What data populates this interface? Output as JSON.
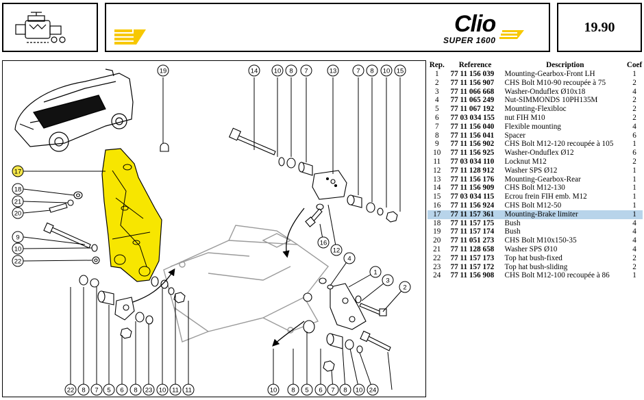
{
  "header": {
    "page_number": "19.90",
    "logo_text": "Clio",
    "logo_subtext": "SUPER 1600"
  },
  "colors": {
    "highlight_yellow": "#f7e600",
    "callout_yellow": "#f5e74a",
    "row_highlight": "#b8d4ea"
  },
  "table": {
    "columns": [
      "Rep.",
      "Reference",
      "Description",
      "Coef"
    ],
    "selected_rep": "17",
    "rows": [
      {
        "rep": "1",
        "ref": "77 11 156 039",
        "desc": "Mounting-Gearbox-Front LH",
        "coef": "1"
      },
      {
        "rep": "2",
        "ref": "77 11 156 907",
        "desc": "CHS Bolt M10-90 recoupée à 75",
        "coef": "2"
      },
      {
        "rep": "3",
        "ref": "77 11 066 668",
        "desc": "Washer-Onduflex Ø10x18",
        "coef": "4"
      },
      {
        "rep": "4",
        "ref": "77 11 065 249",
        "desc": "Nut-SIMMONDS 10PH135M",
        "coef": "2"
      },
      {
        "rep": "5",
        "ref": "77 11 067 192",
        "desc": "Mounting-Flexibloc",
        "coef": "2"
      },
      {
        "rep": "6",
        "ref": "77 03 034 155",
        "desc": "nut FIH M10",
        "coef": "2"
      },
      {
        "rep": "7",
        "ref": "77 11 156 040",
        "desc": "Flexible mounting",
        "coef": "4"
      },
      {
        "rep": "8",
        "ref": "77 11 156 041",
        "desc": "Spacer",
        "coef": "6"
      },
      {
        "rep": "9",
        "ref": "77 11 156 902",
        "desc": "CHS Bolt M12-120 recoupée à 105",
        "coef": "1"
      },
      {
        "rep": "10",
        "ref": "77 11 156 925",
        "desc": "Washer-Onduflex Ø12",
        "coef": "6"
      },
      {
        "rep": "11",
        "ref": "77 03 034 110",
        "desc": "Locknut M12",
        "coef": "2"
      },
      {
        "rep": "12",
        "ref": "77 11 128 912",
        "desc": "Washer SPS Ø12",
        "coef": "1"
      },
      {
        "rep": "13",
        "ref": "77 11 156 176",
        "desc": "Mounting-Gearbox-Rear",
        "coef": "1"
      },
      {
        "rep": "14",
        "ref": "77 11 156 909",
        "desc": "CHS Bolt M12-130",
        "coef": "1"
      },
      {
        "rep": "15",
        "ref": "77 03 034 115",
        "desc": "Ecrou frein FIH emb. M12",
        "coef": "1"
      },
      {
        "rep": "16",
        "ref": "77 11 156 924",
        "desc": "CHS Bolt M12-50",
        "coef": "1"
      },
      {
        "rep": "17",
        "ref": "77 11 157 361",
        "desc": "Mounting-Brake limiter",
        "coef": "1"
      },
      {
        "rep": "18",
        "ref": "77 11 157 175",
        "desc": "Bush",
        "coef": "4"
      },
      {
        "rep": "19",
        "ref": "77 11 157 174",
        "desc": "Bush",
        "coef": "4"
      },
      {
        "rep": "20",
        "ref": "77 11 051 273",
        "desc": "CHS Bolt M10x150-35",
        "coef": "4"
      },
      {
        "rep": "21",
        "ref": "77 11 128 658",
        "desc": "Washer SPS Ø10",
        "coef": "4"
      },
      {
        "rep": "22",
        "ref": "77 11 157 173",
        "desc": "Top hat bush-fixed",
        "coef": "2"
      },
      {
        "rep": "23",
        "ref": "77 11 157 172",
        "desc": "Top hat bush-sliding",
        "coef": "2"
      },
      {
        "rep": "24",
        "ref": "77 11 156 908",
        "desc": "CHS Bolt M12-100 recoupée à 86",
        "coef": "1"
      }
    ]
  },
  "diagram": {
    "callouts_top": [
      "14",
      "10",
      "8",
      "7",
      "13",
      "7",
      "8",
      "10",
      "15"
    ],
    "callouts_left": [
      "17",
      "18",
      "21",
      "20",
      "9",
      "10",
      "22"
    ],
    "callout_top_center": "19",
    "callouts_middle": [
      "16",
      "12"
    ],
    "callouts_right": [
      "4",
      "1",
      "3",
      "2"
    ],
    "callouts_bottom": [
      "22",
      "8",
      "7",
      "5",
      "6",
      "8",
      "23",
      "10",
      "11",
      "11",
      "10",
      "8",
      "5",
      "6",
      "7",
      "8",
      "10",
      "24"
    ]
  }
}
